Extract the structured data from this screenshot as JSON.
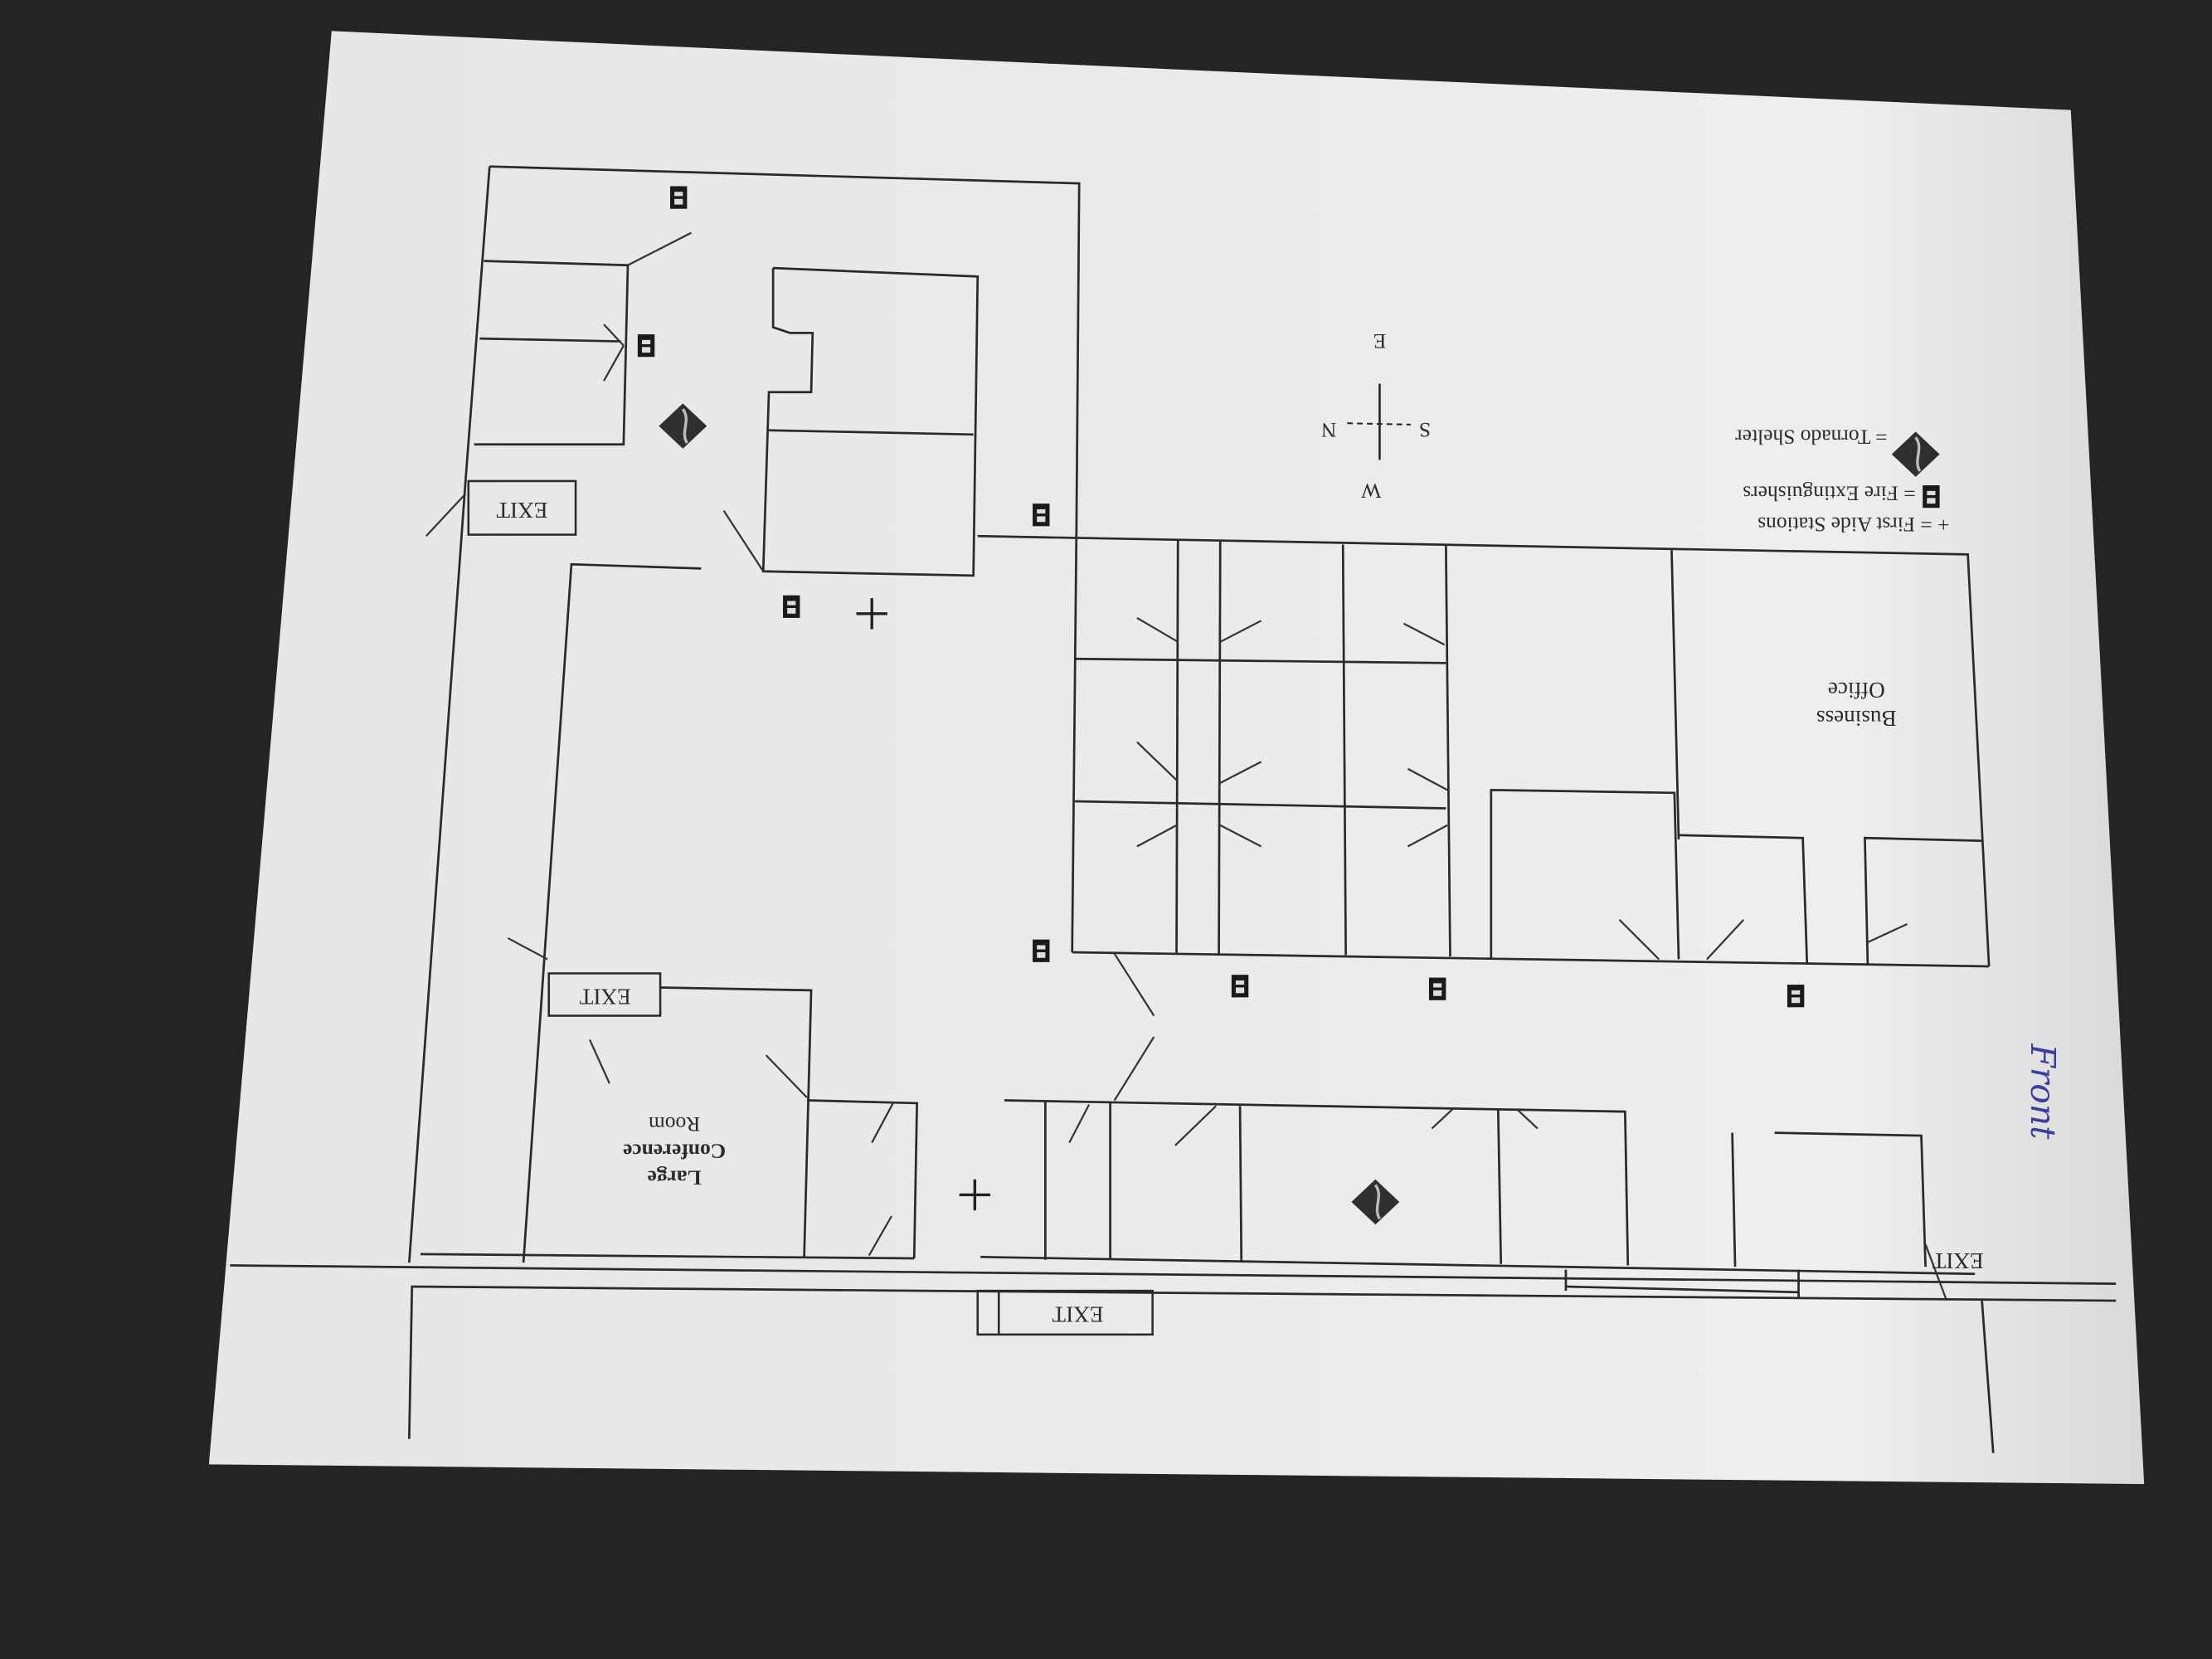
{
  "title": "Building floor plan (photographed upside down)",
  "legend": {
    "first_aid": "+ = First Aide Stations",
    "fire_ext": "= Fire Extinguishers",
    "tornado": "= Tornado Shelter"
  },
  "compass": {
    "n": "N",
    "s": "S",
    "e": "E",
    "w": "W"
  },
  "rooms": {
    "business_office_1": "Business",
    "business_office_2": "Office",
    "conference_1": "Large",
    "conference_2": "Conference",
    "conference_3": "Room"
  },
  "exits": [
    "EXIT",
    "EXIT",
    "EXIT",
    "EXIT"
  ],
  "handwritten_note": "Front",
  "colors": {
    "paper": "#ecedeb",
    "ink": "#2a2a2a",
    "pen": "#3a3ea0",
    "background": "#232426"
  }
}
